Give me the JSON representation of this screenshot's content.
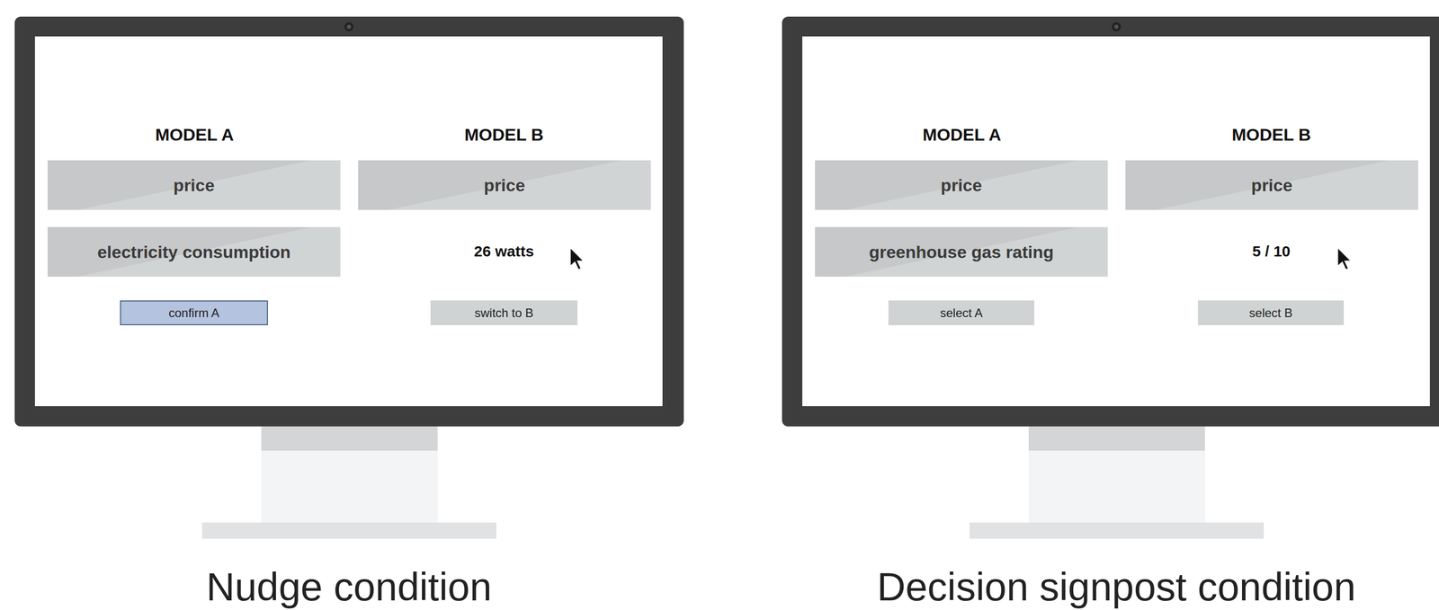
{
  "diagram": {
    "nodes": [
      {
        "text": [
          "price"
        ]
      },
      {
        "text": [
          "price"
        ]
      },
      {
        "text": [
          "electricity consumption"
        ]
      },
      {
        "text": [
          "confirm A"
        ]
      },
      {
        "text": [
          "switch to B"
        ]
      },
      {
        "text": [
          "price"
        ]
      },
      {
        "text": [
          "price"
        ]
      },
      {
        "text": [
          "greenhouse gas rating"
        ]
      },
      {
        "text": [
          "select A"
        ]
      },
      {
        "text": [
          "select B"
        ]
      }
    ],
    "labels": [
      "MODEL A",
      "MODEL B",
      "26 watts",
      "Nudge condition",
      "MODEL A",
      "MODEL B",
      "5 / 10",
      "Decision signpost condition"
    ]
  }
}
